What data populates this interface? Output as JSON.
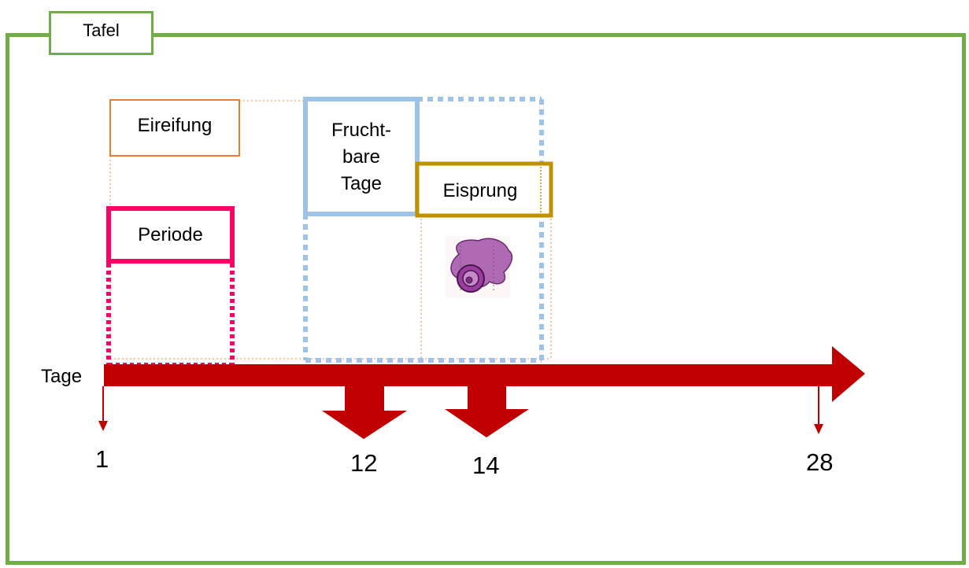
{
  "board": {
    "title": "Tafel"
  },
  "boxes": {
    "eireifung": "Eireifung",
    "periode": "Periode",
    "fruchtbare_tage": "Frucht-\nbare\nTage",
    "eisprung": "Eisprung"
  },
  "axis": {
    "label": "Tage",
    "markers": [
      "1",
      "12",
      "14",
      "28"
    ]
  },
  "colors": {
    "board": "#70ad47",
    "eireifung": "#ed7d31",
    "periode": "#ff0066",
    "fruchtbar": "#9dc3e6",
    "eisprung": "#bf9000",
    "axis": "#c00000",
    "egg": "#b06ab3"
  },
  "icons": {
    "egg_cell": "egg-cell-icon"
  }
}
